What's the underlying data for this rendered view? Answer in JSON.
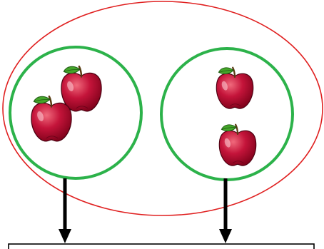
{
  "diagram": {
    "outer_group": {
      "stroke_color": "#e02020"
    },
    "subgroups": [
      {
        "apple_count": 2,
        "stroke_color": "#2cb24a"
      },
      {
        "apple_count": 2,
        "stroke_color": "#2cb24a"
      }
    ],
    "arrows_to_box": 2,
    "result_box": {
      "text": ""
    },
    "apple_colors": {
      "body_dark": "#7a0018",
      "body": "#c4143a",
      "body_light": "#f06a7c",
      "leaf": "#44a52a",
      "stem": "#5a3a12"
    }
  }
}
